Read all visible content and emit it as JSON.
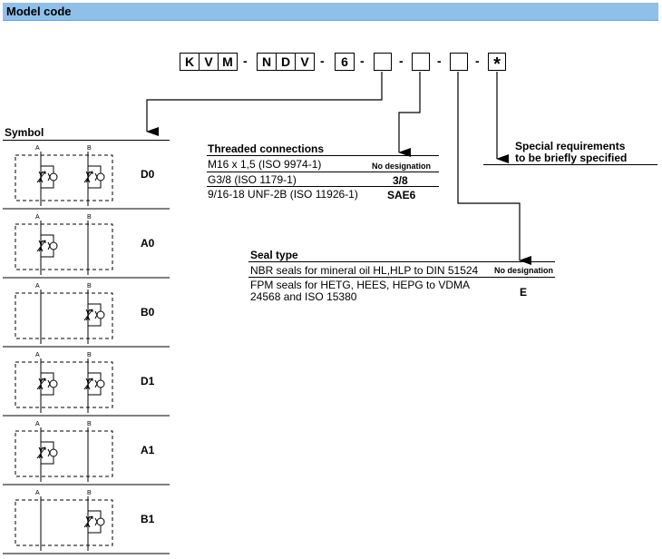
{
  "header": {
    "title": "Model code"
  },
  "model_code": {
    "segments": [
      "K",
      "V",
      "M"
    ],
    "segments2": [
      "N",
      "D",
      "V"
    ],
    "segment3": "6",
    "dash": "-",
    "last": "*"
  },
  "symbol_section": {
    "title": "Symbol",
    "port_a": "A",
    "port_b": "B",
    "symbols": [
      {
        "code": "D0"
      },
      {
        "code": "A0"
      },
      {
        "code": "B0"
      },
      {
        "code": "D1"
      },
      {
        "code": "A1"
      },
      {
        "code": "B1"
      }
    ]
  },
  "threaded": {
    "title": "Threaded connections",
    "rows": [
      {
        "desc": "M16 x 1,5 (ISO 9974-1)",
        "code": "No designation"
      },
      {
        "desc": "G3/8 (ISO 1179-1)",
        "code": "3/8"
      },
      {
        "desc": "9/16-18 UNF-2B (ISO 11926-1)",
        "code": "SAE6"
      }
    ]
  },
  "special": {
    "line1": "Special requirements",
    "line2": "to be briefly specified"
  },
  "seal": {
    "title": "Seal type",
    "rows": [
      {
        "desc": "NBR seals for mineral oil HL,HLP to DIN 51524",
        "code": "No designation"
      },
      {
        "desc_line1": "FPM seals for HETG, HEES, HEPG to VDMA",
        "desc_line2": "24568 and ISO 15380",
        "code": "E"
      }
    ]
  }
}
